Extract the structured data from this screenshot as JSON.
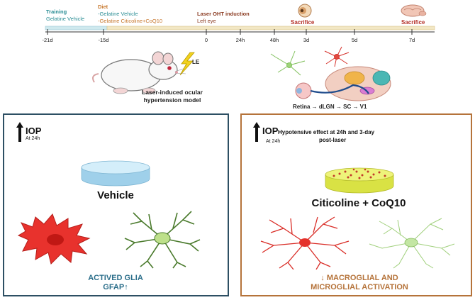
{
  "timeline": {
    "training": {
      "title": "Training",
      "detail": "Gelatine Vehicle"
    },
    "diet": {
      "title": "Diet",
      "line1": "-Gelatine Vehicle",
      "line2": "-Gelatine Citicoline+CoQ10"
    },
    "laser": {
      "title": "Laser OHT induction",
      "detail": "Left eye"
    },
    "sacrifice_1": "Sacrifice",
    "sacrifice_2": "Sacrifice",
    "ticks": [
      "-21d",
      "-15d",
      "0",
      "24h",
      "48h",
      "3d",
      "5d",
      "7d"
    ],
    "colors": {
      "axis": "#333333",
      "diet_bar": "#f2e7c4",
      "training_bar": "#cfe9ee"
    }
  },
  "model": {
    "eye_label": "LE",
    "caption_line1": "Laser-induced ocular",
    "caption_line2": "hypertension model"
  },
  "pathway": {
    "caption": "Retina → dLGN → SC → V1"
  },
  "vehicle_panel": {
    "iop_label": "IOP",
    "iop_time": "At 24h",
    "treatment": "Vehicle",
    "conclusion_line1": "ACTIVED GLIA",
    "conclusion_line2": "GFAP↑",
    "colors": {
      "border": "#2d4f63",
      "conclusion": "#2b6e8a",
      "disc": "#bfe3f5"
    }
  },
  "citicoline_panel": {
    "iop_label": "IOP",
    "iop_time": "At 24h",
    "effect_line1": "Hypotensive effect at 24h and 3-day",
    "effect_line2": "post-laser",
    "treatment": "Citicoline + CoQ10",
    "conclusion_line1": "↓ MACROGLIAL AND",
    "conclusion_line2": "MICROGLIAL ACTIVATION",
    "colors": {
      "border": "#b5733a",
      "conclusion": "#b5733a",
      "disc": "#e6ec6a"
    }
  }
}
